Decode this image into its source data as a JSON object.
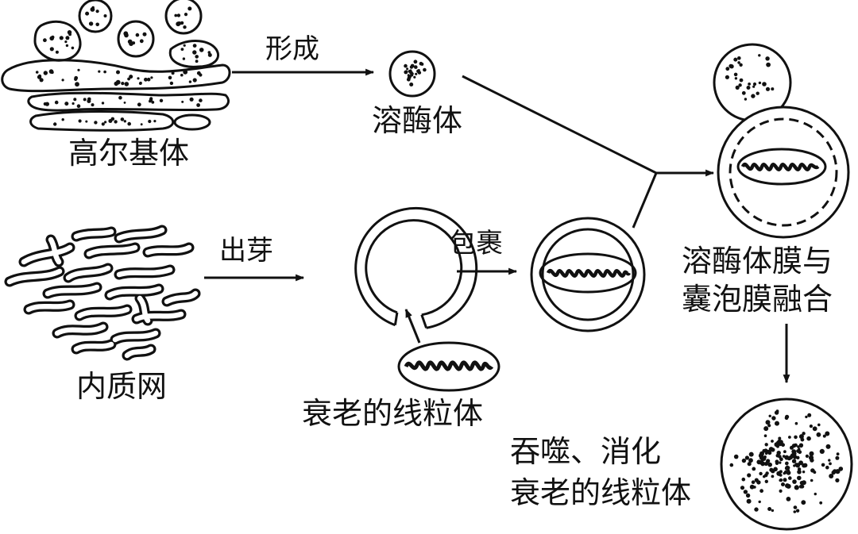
{
  "labels": {
    "golgi": "高尔基体",
    "lysosome": "溶酶体",
    "er": "内质网",
    "aging_mito": "衰老的线粒体",
    "arrow_form": "形成",
    "arrow_bud": "出芽",
    "arrow_wrap": "包裹",
    "fusion_line1": "溶酶体膜与",
    "fusion_line2": "囊泡膜融合",
    "digest_line1": "吞噬、消化",
    "digest_line2": "衰老的线粒体"
  }
}
